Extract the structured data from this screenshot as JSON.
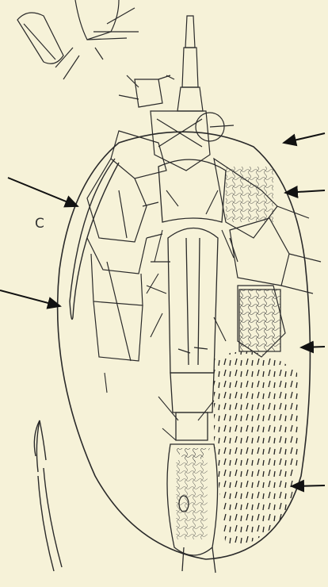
{
  "panel": {
    "letter": "C"
  },
  "colors": {
    "paper": "#f6f2d8",
    "ink": "#2a2a2a",
    "arrow": "#111111"
  },
  "arrows": [
    {
      "name": "arrow-right-upper",
      "direction": "left"
    },
    {
      "name": "arrow-right-leg",
      "direction": "left"
    },
    {
      "name": "arrow-right-middle",
      "direction": "left"
    },
    {
      "name": "arrow-right-lower",
      "direction": "left"
    },
    {
      "name": "arrow-left-upper",
      "direction": "right"
    },
    {
      "name": "arrow-left-lower",
      "direction": "right"
    }
  ]
}
